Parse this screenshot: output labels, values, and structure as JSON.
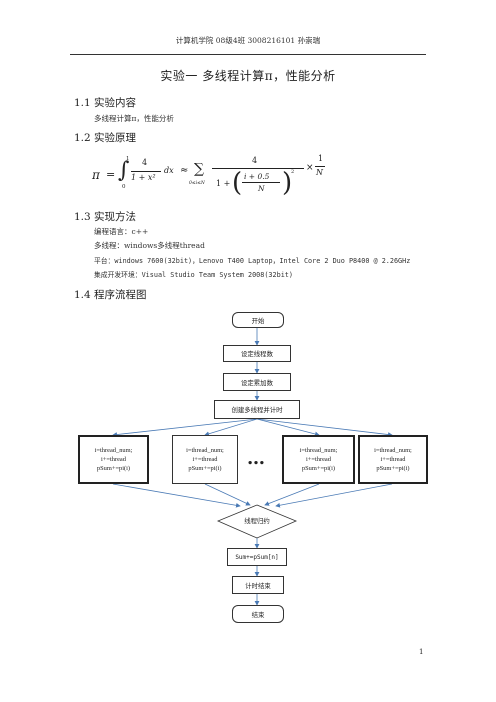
{
  "header": {
    "text": "计算机学院 08级4班 3008216101 孙崇瑞"
  },
  "doc_title": "实验一 多线程计算π，性能分析",
  "sections": [
    {
      "heading": "1.1 实验内容",
      "lines": [
        "多线程计算π，性能分析"
      ]
    },
    {
      "heading": "1.2 实验原理"
    },
    {
      "heading": "1.3 实现方法",
      "lines": [
        "编程语言：c++",
        "多线程：windows多线程thread",
        "平台：windows 7600(32bit)，Lenovo T400 Laptop，Intel Core 2 Duo P8400 @ 2.26GHz",
        "集成开发环境：Visual Studio Team System 2008(32bit)"
      ]
    },
    {
      "heading": "1.4 程序流程图"
    }
  ],
  "formula": {
    "pi": "π",
    "equals": "=",
    "int_upper": "1",
    "int_lower": "0",
    "int_num": "4",
    "int_den": "1 + x²",
    "dx": "dx",
    "approx": "≈",
    "sum_sub": "0≤i≤N",
    "sum_num": "4",
    "inner_num": "i + 0.5",
    "inner_den": "N",
    "one_plus": "1 +",
    "sq": "2",
    "times": "×",
    "frac2_num": "1",
    "frac2_den": "N"
  },
  "flowchart": {
    "start": "开始",
    "set_threads": "设定线程数",
    "set_accum": "设定累加数",
    "create_threads": "创建多线程并计时",
    "tasks": [
      [
        "i=thread_num;",
        "i+=thread",
        "pSum+=pi(i)"
      ],
      [
        "i=thread_num;",
        "i+=thread",
        "pSum+=pi(i)"
      ],
      [
        "i=thread_num;",
        "i+=thread",
        "pSum+=pi(i)"
      ],
      [
        "i=thread_num;",
        "i+=thread",
        "pSum+=pi(i)"
      ]
    ],
    "ellipsis": "…",
    "merge": "线程归约",
    "sum": "Sum+=pSum[n]",
    "stop_timer": "计时结束",
    "end": "结束"
  },
  "page_number": "1"
}
